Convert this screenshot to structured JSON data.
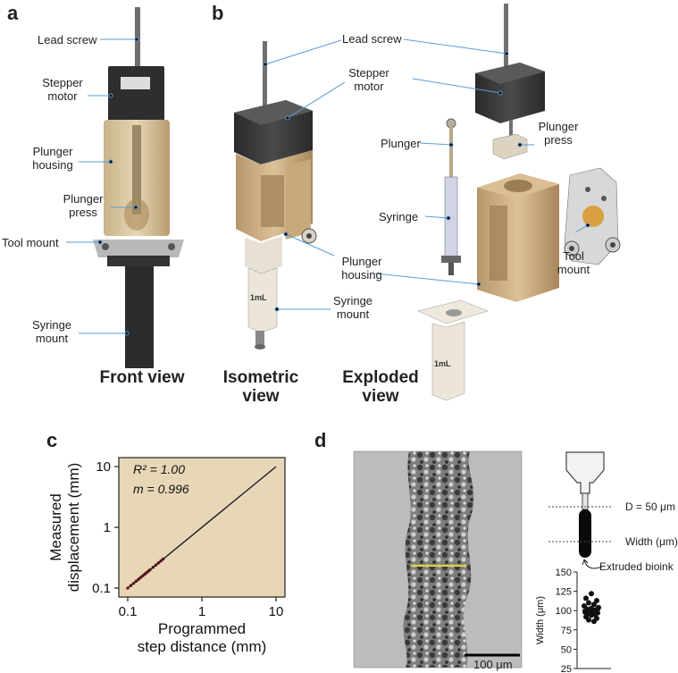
{
  "panel_a": {
    "letter": "a",
    "labels": {
      "lead_screw": "Lead screw",
      "stepper_motor": [
        "Stepper",
        "motor"
      ],
      "plunger_housing": [
        "Plunger",
        "housing"
      ],
      "plunger_press": [
        "Plunger",
        "press"
      ],
      "tool_mount": "Tool mount",
      "syringe_mount": [
        "Syringe",
        "mount"
      ]
    },
    "caption": "Front view"
  },
  "panel_b": {
    "letter": "b",
    "isometric": {
      "labels": {
        "lead_screw": "Lead screw",
        "stepper_motor": [
          "Stepper",
          "motor"
        ],
        "plunger_housing": [
          "Plunger",
          "housing"
        ],
        "syringe_mount": [
          "Syringe",
          "mount"
        ]
      },
      "caption": [
        "Isometric",
        "view"
      ]
    },
    "exploded": {
      "labels": {
        "plunger": "Plunger",
        "plunger_press": [
          "Plunger",
          "press"
        ],
        "syringe": "Syringe",
        "tool_mount": [
          "Tool",
          "mount"
        ]
      },
      "caption": [
        "Exploded",
        "view"
      ]
    },
    "syringe_marking": "1mL"
  },
  "panel_c": {
    "letter": "c",
    "annotation_r2": "R² = 1.00",
    "annotation_m": "m = 0.996"
  },
  "panel_d": {
    "letter": "d",
    "scale_bar": "100 μm",
    "diameter_label": "D = 50 μm",
    "width_label": "Width (μm)",
    "extruded_label": "Extruded bioink"
  },
  "colors": {
    "plot_bg": "#e8d7b6",
    "line": "#1a1a2e",
    "points": "#8b1a1a",
    "housing": "#c8a878",
    "motor": "#3a3a3a",
    "leader": "#5b9bd5",
    "scale_line": "#e6d23a"
  },
  "chart_data": [
    {
      "type": "line",
      "panel": "c",
      "title": "",
      "xlabel": [
        "Programmed",
        "step distance (mm)"
      ],
      "ylabel": [
        "Measured",
        "displacement (mm)"
      ],
      "xscale": "log",
      "yscale": "log",
      "xlim": [
        0.1,
        10
      ],
      "ylim": [
        0.1,
        10
      ],
      "xticks": [
        0.1,
        1,
        10
      ],
      "xtick_labels": [
        "0.1",
        "1",
        "10"
      ],
      "yticks": [
        0.1,
        1,
        10
      ],
      "ytick_labels": [
        "0.1",
        "1",
        "10"
      ],
      "grid": false,
      "series": [
        {
          "x": [
            0.1,
            0.11,
            0.12,
            0.13,
            0.14,
            0.15,
            0.16,
            0.17,
            0.18,
            0.19,
            0.2,
            0.22,
            0.24,
            0.26,
            0.28,
            0.3
          ],
          "y": [
            0.1,
            0.11,
            0.12,
            0.13,
            0.14,
            0.15,
            0.16,
            0.17,
            0.18,
            0.19,
            0.2,
            0.22,
            0.24,
            0.26,
            0.28,
            0.3
          ]
        },
        {
          "x": [
            0.1,
            10
          ],
          "y": [
            0.1,
            9.96
          ]
        }
      ]
    },
    {
      "type": "scatter",
      "panel": "d",
      "title": "",
      "ylabel": "Width (μm)",
      "ylim": [
        25,
        150
      ],
      "yticks": [
        25,
        50,
        75,
        100,
        125,
        150
      ],
      "ytick_labels": [
        "25",
        "50",
        "75",
        "100",
        "125",
        "150"
      ],
      "grid": false,
      "series": [
        {
          "values": [
            122,
            116,
            113,
            110,
            108,
            106,
            104,
            103,
            102,
            101,
            100,
            99,
            98,
            97,
            96,
            95,
            94,
            92,
            90,
            88,
            86
          ],
          "mean": 101
        }
      ]
    }
  ]
}
